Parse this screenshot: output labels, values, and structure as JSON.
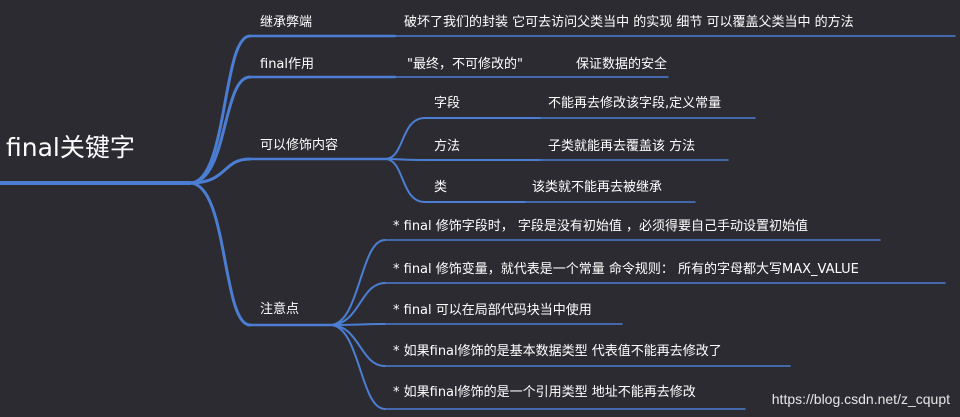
{
  "colors": {
    "background": "#2d2b32",
    "branch": "#4b7ed3",
    "text": "#ffffff"
  },
  "root": {
    "label": "final关键字"
  },
  "branches": {
    "inherit_drawback": {
      "label": "继承弊端",
      "detail": "破坏了我们的封装   它可去访问父类当中 的实现 细节   可以覆盖父类当中 的方法"
    },
    "final_role": {
      "label": "final作用",
      "detail_1": "\"最终，不可修改的\"",
      "detail_2": "保证数据的安全"
    },
    "modifiable": {
      "label": "可以修饰内容",
      "field": {
        "label": "字段",
        "detail": "不能再去修改该字段,定义常量"
      },
      "method": {
        "label": "方法",
        "detail": "子类就能再去覆盖该 方法"
      },
      "class": {
        "label": "类",
        "detail": "该类就不能再去被继承"
      }
    },
    "notes": {
      "label": "注意点",
      "items": [
        "* final 修饰字段时，  字段是没有初始值 ，必须得要自己手动设置初始值",
        "* final 修饰变量，就代表是一个常量    命令规则： 所有的字母都大写MAX_VALUE",
        "* final 可以在局部代码块当中使用",
        "* 如果final修饰的是基本数据类型   代表值不能再去修改了",
        "* 如果final修饰的是一个引用类型  地址不能再去修改"
      ]
    }
  },
  "watermark": "https://blog.csdn.net/z_cqupt"
}
